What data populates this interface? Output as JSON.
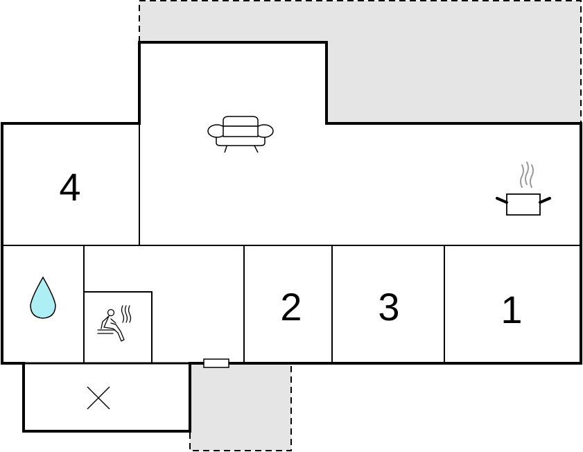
{
  "rooms": {
    "bedroom_1": {
      "label": "1"
    },
    "bedroom_2": {
      "label": "2"
    },
    "bedroom_3": {
      "label": "3"
    },
    "bedroom_4": {
      "label": "4"
    }
  },
  "icons": {
    "living_room": "sofa-icon",
    "kitchen": "cooking-pot-icon",
    "bathroom": "water-drop-icon",
    "sauna": "sauna-icon",
    "utility": "cross-icon",
    "entrance": "door-icon"
  },
  "colors": {
    "outdoor_area": "#e5e5e5",
    "wall": "#000000",
    "water": "#aeeef5",
    "steam": "#999999"
  }
}
